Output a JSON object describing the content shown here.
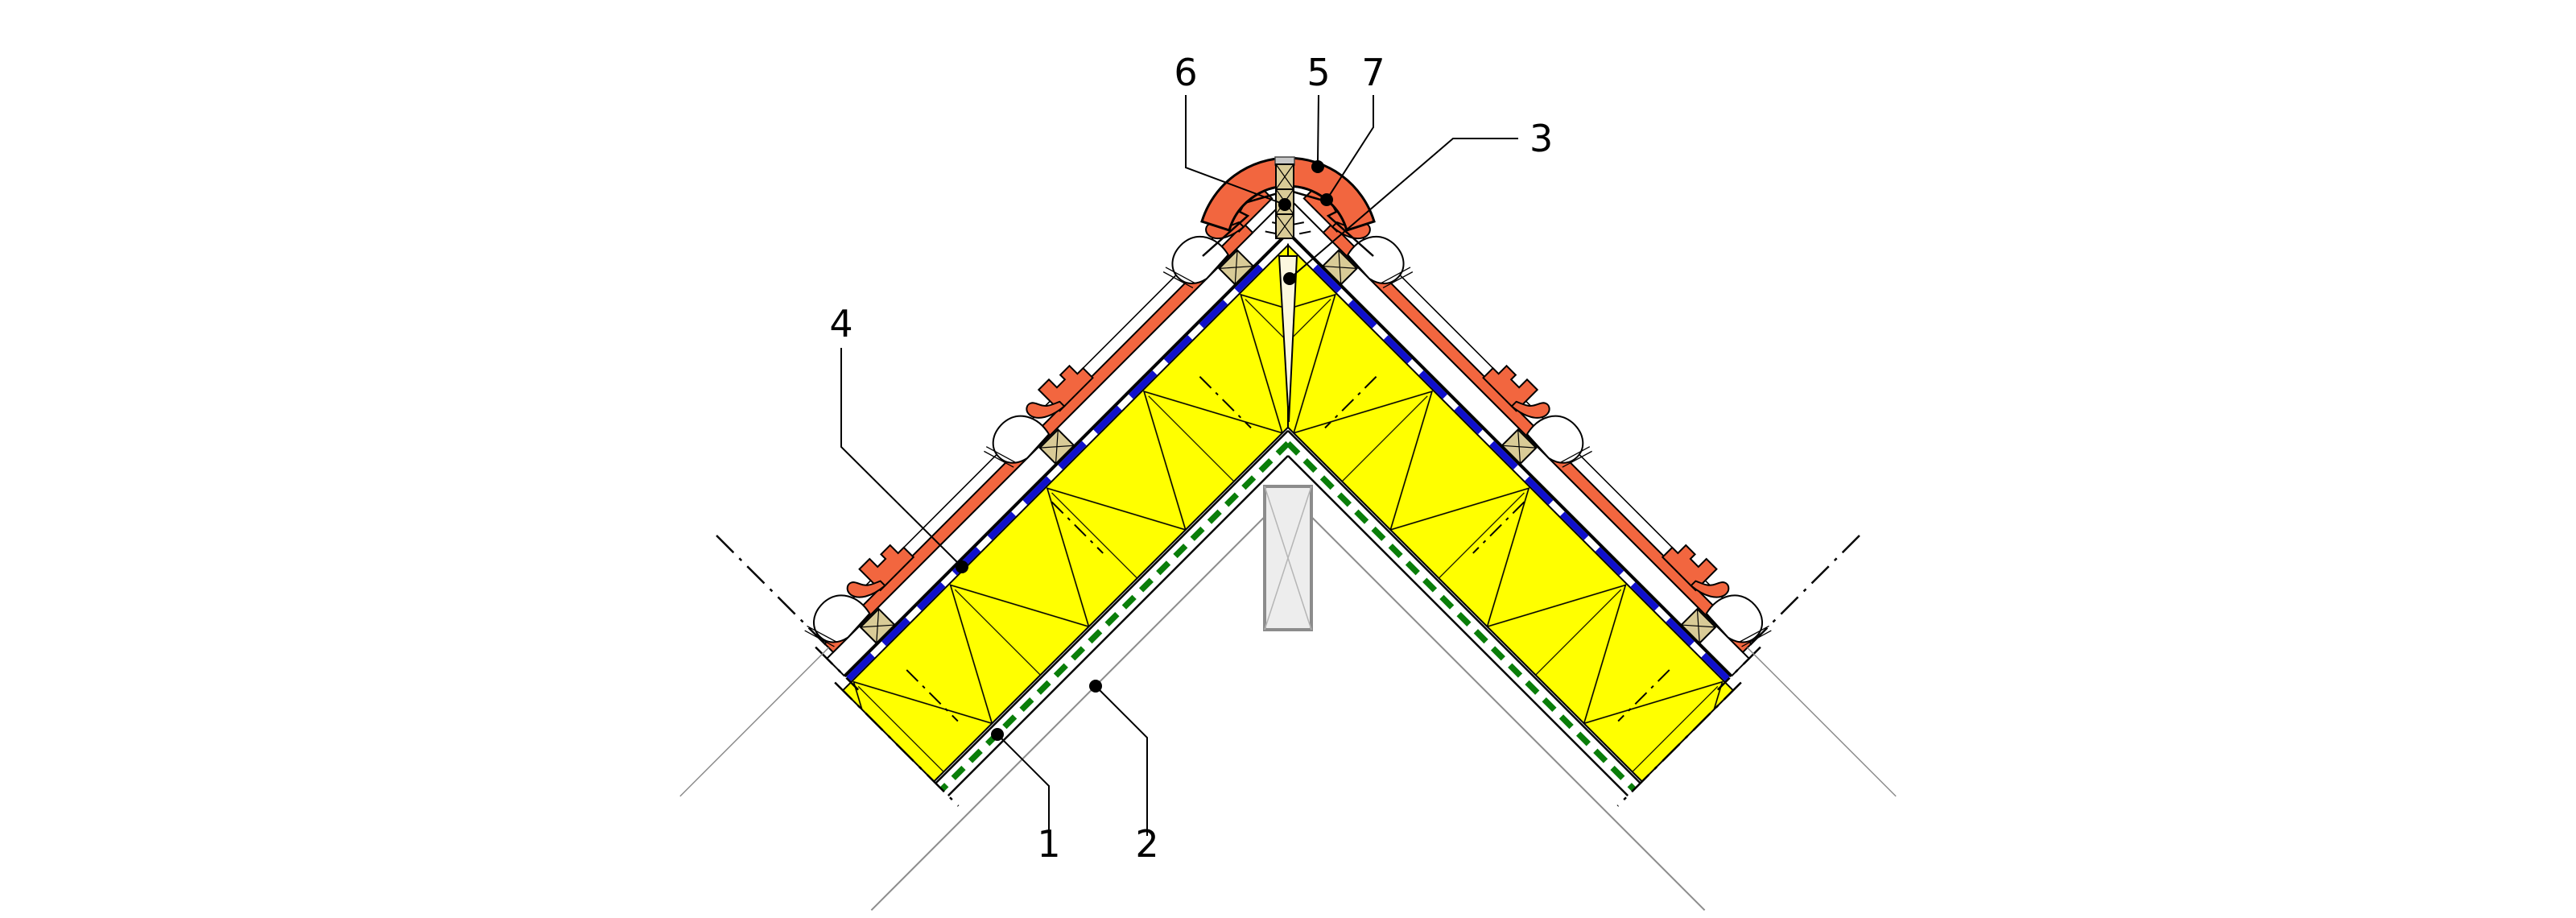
{
  "drawing": {
    "type": "roof-ridge-construction-detail-section",
    "background_color": "#ffffff",
    "callouts": [
      {
        "number": "1",
        "target": "airtight-membrane-green"
      },
      {
        "number": "2",
        "target": "ceiling-plane-line"
      },
      {
        "number": "3",
        "target": "ridge-board-wedge"
      },
      {
        "number": "4",
        "target": "sarking-membrane-blue"
      },
      {
        "number": "5",
        "target": "ridge-cap-tile"
      },
      {
        "number": "6",
        "target": "ridge-batten"
      },
      {
        "number": "7",
        "target": "ridge-roll-membrane"
      }
    ],
    "colors": {
      "tile_orange": "#F2663F",
      "insulation_yellow": "#FFFF00",
      "batten_tan": "#D9CB97",
      "ridge_wedge_cream": "#FBF7DF",
      "membrane_blue": "#1010CC",
      "membrane_green": "#0A7E0A",
      "outline_black": "#000000",
      "thin_gray": "#8C8C8C",
      "post_gray_fill": "#EDEDED",
      "clip_gray": "#C8C8C8"
    },
    "components": [
      "left-roof-slope",
      "right-roof-slope",
      "roof-tiles",
      "tile-battens",
      "sheathing",
      "sarking-membrane",
      "thermal-insulation",
      "airtight-membrane",
      "ceiling-line",
      "ridge-cap-tile",
      "ridge-batten",
      "ridge-board-wedge",
      "king-post",
      "section-cut-lines"
    ]
  }
}
